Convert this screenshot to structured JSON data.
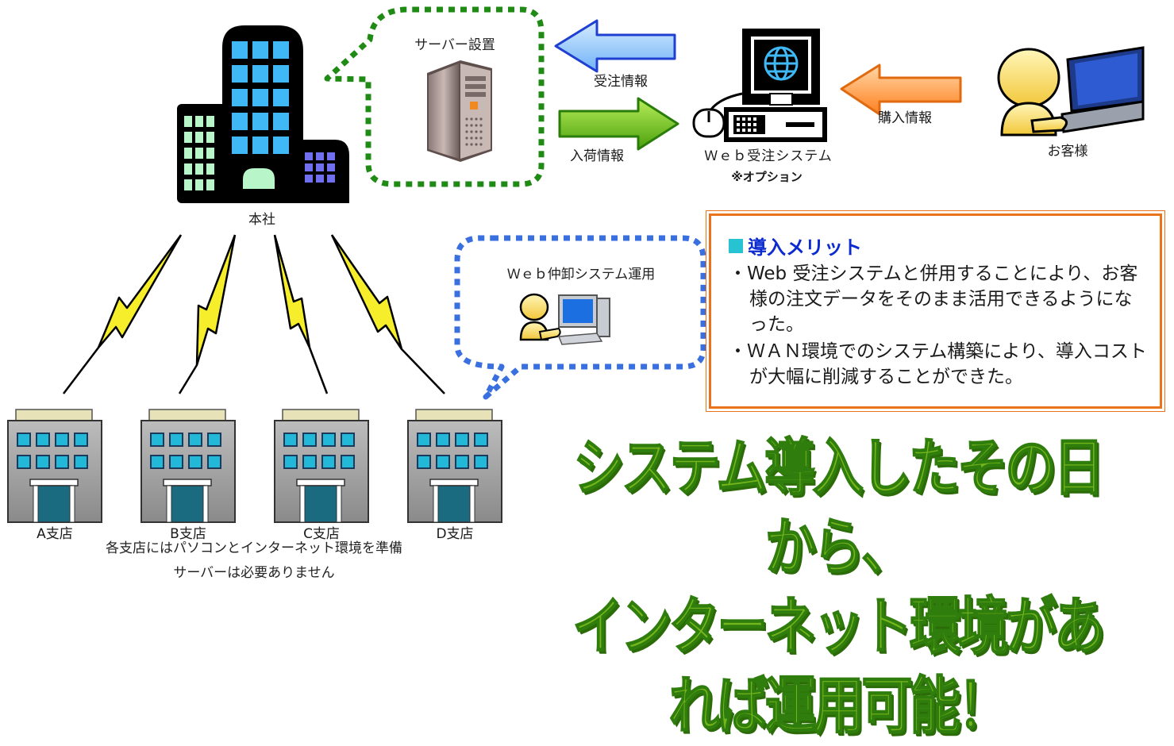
{
  "nodes": {
    "server_setup": "サーバー設置",
    "order_info": "受注情報",
    "arrival_info": "入荷情報",
    "web_order_system": "Ｗｅｂ受注システム",
    "option_note": "※オプション",
    "purchase_info": "購入情報",
    "customer": "お客様",
    "headquarters": "本社",
    "web_wholesale_system": "Ｗｅｂ仲卸システム運用"
  },
  "branches": [
    "A支店",
    "B支店",
    "C支店",
    "D支店"
  ],
  "branch_note": {
    "line1": "各支店にはパソコンとインターネット環境を準備",
    "line2": "サーバーは必要ありません"
  },
  "merit": {
    "title": "導入メリット",
    "items": [
      "・Web 受注システムと併用することにより、お客様の注文データをそのまま活用できるようになった。",
      "・ＷＡＮ環境でのシステム構築により、導入コストが大幅に削減することができた。"
    ]
  },
  "slogan": {
    "line1": "システム導入したその日から、",
    "line2": "インターネット環境があれば運用可能！"
  },
  "colors": {
    "green_dotted": "#1f8a14",
    "blue_dotted": "#3a6fe0",
    "arrow_blue": "#9fd0ff",
    "arrow_green": "#6fc21a",
    "arrow_orange": "#ff8a2a",
    "merit_border": "#e8731c",
    "slogan_green": "#74b51c"
  },
  "icons": [
    "headquarters-building-icon",
    "server-tower-icon",
    "web-pc-icon",
    "customer-laptop-icon",
    "operator-pc-icon",
    "branch-building-icon",
    "lightning-icon"
  ]
}
